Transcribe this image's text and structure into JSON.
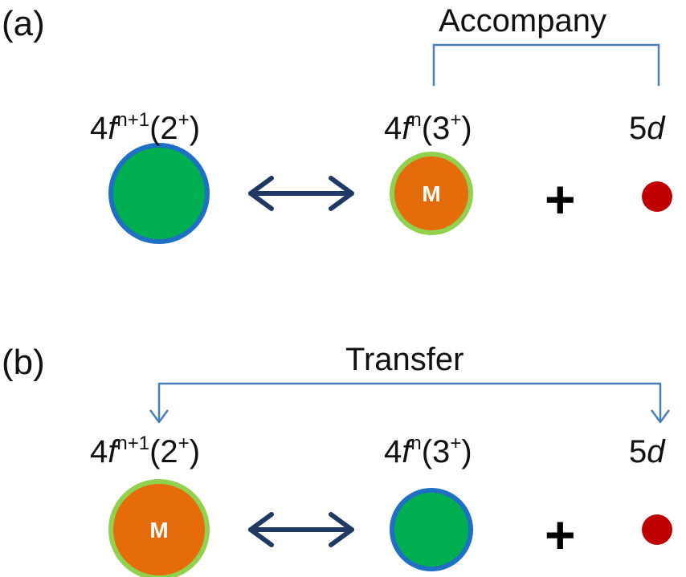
{
  "panel_a": {
    "label": "(a)",
    "bracket_label": "Accompany",
    "config_left": {
      "prefix": "4",
      "orbital": "f",
      "exp": "n+1",
      "charge_open": "(2",
      "charge_sup": "+",
      "charge_close": ")"
    },
    "config_mid": {
      "prefix": "4",
      "orbital": "f",
      "exp": "n",
      "charge_open": "(3",
      "charge_sup": "+",
      "charge_close": ")"
    },
    "config_right": {
      "prefix": "5",
      "orbital": "d"
    },
    "ion_label": "M",
    "plus": "+"
  },
  "panel_b": {
    "label": "(b)",
    "bracket_label": "Transfer",
    "config_left": {
      "prefix": "4",
      "orbital": "f",
      "exp": "n+1",
      "charge_open": "(2",
      "charge_sup": "+",
      "charge_close": ")"
    },
    "config_mid": {
      "prefix": "4",
      "orbital": "f",
      "exp": "n",
      "charge_open": "(3",
      "charge_sup": "+",
      "charge_close": ")"
    },
    "config_right": {
      "prefix": "5",
      "orbital": "d"
    },
    "ion_label": "M",
    "plus": "+"
  },
  "colors": {
    "green_fill": "#00b050",
    "blue_outline": "#1f6fc5",
    "orange_fill": "#e46c0a",
    "lightgreen_outline": "#92d050",
    "electron_red": "#c00000",
    "arrow_navy": "#1f3864",
    "bracket_blue": "#4a7ebb"
  }
}
